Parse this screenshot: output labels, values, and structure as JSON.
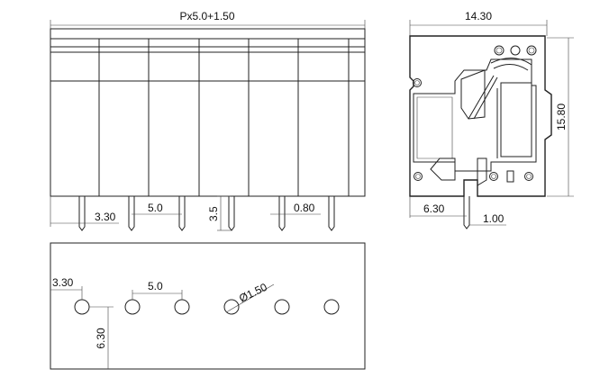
{
  "drawing": {
    "front_view": {
      "overall_width": "Px5.0+1.50",
      "edge_pitch": "3.30",
      "pin_pitch": "5.0",
      "pin_length": "3.5",
      "pin_width": "0.80"
    },
    "side_view": {
      "depth": "14.30",
      "height": "15.80",
      "pin_offset": "6.30",
      "pin_size": "1.00"
    },
    "footprint_view": {
      "edge_pitch": "3.30",
      "pin_pitch": "5.0",
      "hole_diameter": "Ø1.50",
      "row_offset": "6.30"
    }
  }
}
